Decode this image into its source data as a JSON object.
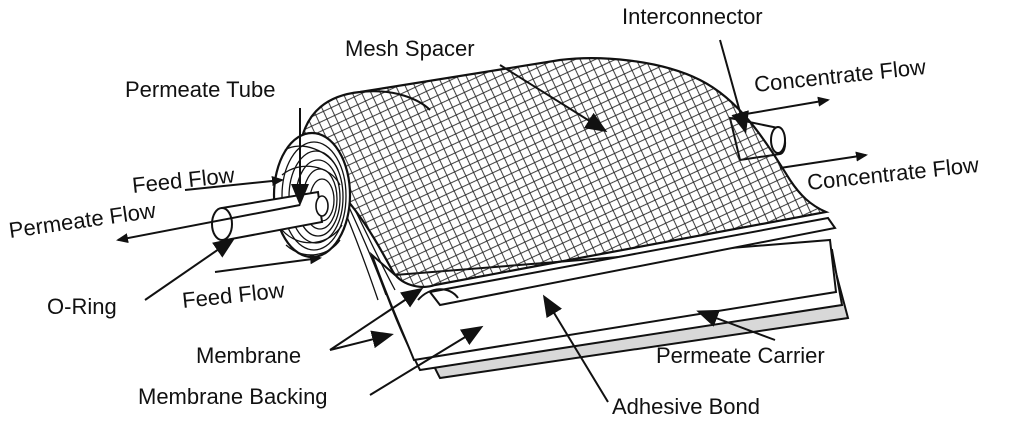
{
  "labels": {
    "interconnector": "Interconnector",
    "mesh_spacer": "Mesh Spacer",
    "concentrate_flow_top": "Concentrate Flow",
    "permeate_tube": "Permeate Tube",
    "concentrate_flow_right": "Concentrate Flow",
    "feed_flow_top": "Feed Flow",
    "permeate_flow": "Permeate Flow",
    "o_ring": "O-Ring",
    "feed_flow_bottom": "Feed Flow",
    "membrane": "Membrane",
    "permeate_carrier": "Permeate Carrier",
    "membrane_backing": "Membrane Backing",
    "adhesive_bond": "Adhesive Bond"
  },
  "colors": {
    "ink": "#111111",
    "carrier_fill": "#d8d8d8",
    "background": "#ffffff"
  }
}
